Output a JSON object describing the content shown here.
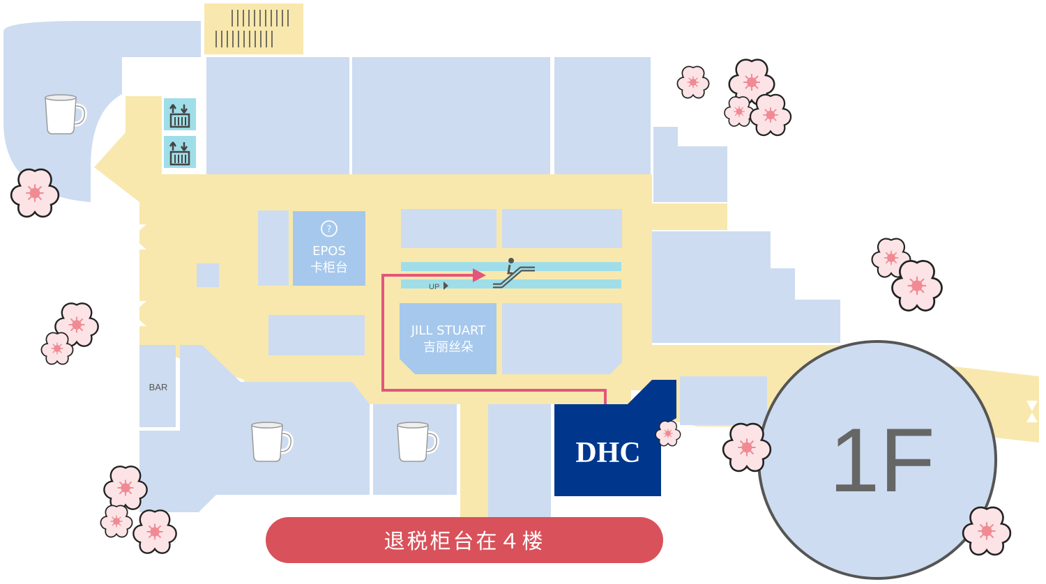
{
  "floor": {
    "label": "1F"
  },
  "labels": {
    "epos_line1": "EPOS",
    "epos_line2": "卡柜台",
    "jill_line1": "JILL STUART",
    "jill_line2": "吉丽丝朵",
    "bar": "BAR",
    "up": "UP",
    "dhc": "DHC",
    "info_symbol": "?"
  },
  "notice": {
    "text": "退税柜台在４楼"
  },
  "icons": [
    "cup-icon",
    "elevator-icon",
    "escalator-icon",
    "door-icon",
    "cherry-blossom-icon",
    "info-icon"
  ],
  "colors": {
    "walkway": "#f8e8ad",
    "shop": "#cddcf0",
    "highlight_shop": "#a6c8ec",
    "dhc": "#00378d",
    "route": "#e2557d",
    "notice": "#d9515a",
    "escalator_lane": "#9fdee8",
    "blossom": "#fbe0e4"
  }
}
